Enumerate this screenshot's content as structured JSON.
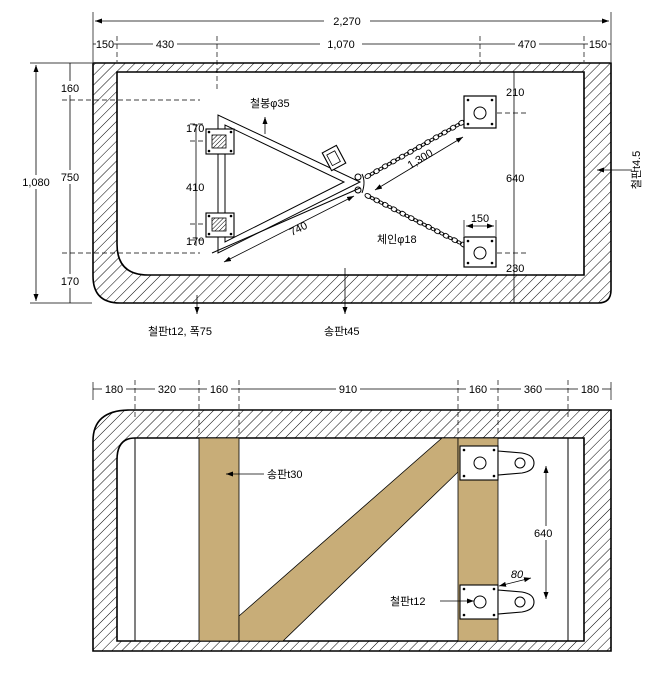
{
  "top_view": {
    "dims_top": {
      "overall": "2,270",
      "d1": "150",
      "d2": "430",
      "d3": "1,070",
      "d4": "470",
      "d5": "150"
    },
    "dims_left": {
      "overall": "1,080",
      "a": "160",
      "b": "750",
      "c": "170"
    },
    "dims_frame": {
      "upper": "170",
      "middle": "410",
      "lower": "170"
    },
    "dims_right": {
      "top": "210",
      "middle": "640",
      "bottom": "230"
    },
    "dim_diagonal": "1,300",
    "dim_frame_side": "740",
    "dim_plate_width": "150",
    "labels": {
      "rod": "철봉φ35",
      "chain": "체인φ18",
      "plate_right": "철판t4.5",
      "plate_bottom": "철판t12, 폭75",
      "wood_bottom": "송판t45"
    }
  },
  "bottom_view": {
    "dims_top": [
      "180",
      "320",
      "160",
      "910",
      "160",
      "360",
      "180"
    ],
    "dim_vertical": "640",
    "dim_lug": "80",
    "labels": {
      "wood": "송판t30",
      "plate": "철판t12"
    },
    "colors": {
      "wood_fill": "#c8ad78",
      "hatch": "#000000"
    }
  }
}
